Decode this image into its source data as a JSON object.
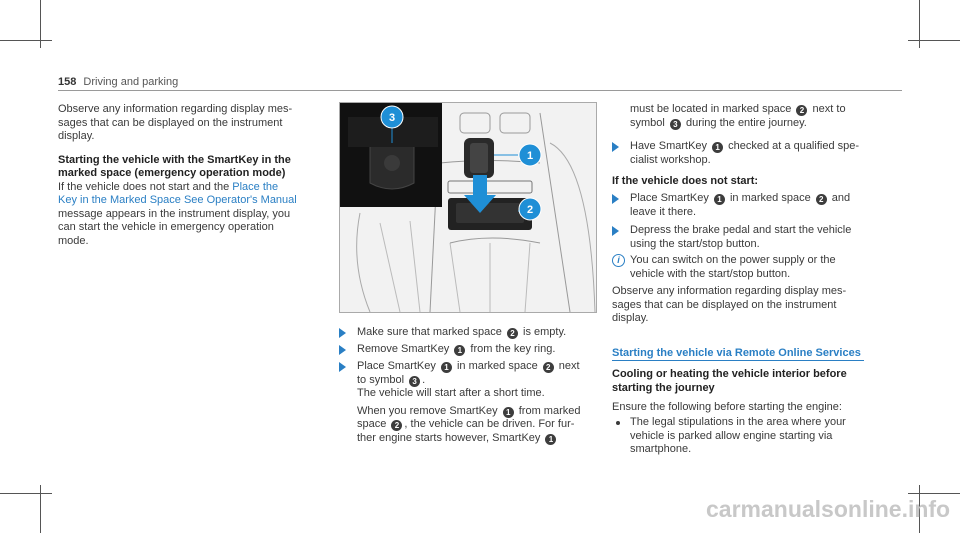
{
  "header": {
    "page_number": "158",
    "section": "Driving and parking"
  },
  "col1": {
    "intro": "Observe any information regarding display mes-\nsages that can be displayed on the instrument\ndisplay.",
    "heading": "Starting the vehicle with the SmartKey in the\nmarked space (emergency operation mode)",
    "body_pre": "If the vehicle does not start and the ",
    "link": "Place the\nKey in the Marked Space See Operator's Manual",
    "body_post": "\nmessage appears in the instrument display, you\ncan start the vehicle in emergency operation\nmode."
  },
  "figure": {
    "callouts": [
      "3",
      "1",
      "2"
    ],
    "colors": {
      "accent": "#1f8fd6",
      "dark": "#111111"
    }
  },
  "col2": {
    "step1": [
      "Make sure that marked space ",
      "2",
      " is empty."
    ],
    "step2": [
      "Remove SmartKey ",
      "1",
      " from the key ring."
    ],
    "step3_a": [
      "Place SmartKey ",
      "1",
      " in marked space ",
      "2",
      " next"
    ],
    "step3_b": [
      "to symbol ",
      "3",
      "."
    ],
    "step3_c": "The vehicle will start after a short time.",
    "step3_d": [
      "When you remove SmartKey ",
      "1",
      " from marked"
    ],
    "step3_e": [
      "space ",
      "2",
      ", the vehicle can be driven. For fur-"
    ],
    "step3_f": [
      "ther engine starts however, SmartKey ",
      "1"
    ]
  },
  "col3": {
    "cont_a": [
      "must be located in marked space ",
      "2",
      " next to"
    ],
    "cont_b": [
      "symbol ",
      "3",
      " during the entire journey."
    ],
    "step_have_a": [
      "Have SmartKey ",
      "1",
      " checked at a qualified spe-"
    ],
    "step_have_b": "cialist workshop.",
    "heading2": "If the vehicle does not start:",
    "step_place_a": [
      "Place SmartKey ",
      "1",
      " in marked space ",
      "2",
      " and"
    ],
    "step_place_b": "leave it there.",
    "step_brake_a": "Depress the brake pedal and start the vehicle",
    "step_brake_b": "using the start/stop button.",
    "info_a": "You can switch on the power supply or the",
    "info_b": "vehicle with the start/stop button.",
    "observe": "Observe any information regarding display mes-\nsages that can be displayed on the instrument\ndisplay.",
    "link_heading": "Starting the vehicle via Remote Online Services",
    "heading3": "Cooling or heating the vehicle interior before\nstarting the journey",
    "ensure": "Ensure the following before starting the engine:",
    "bullet_a": "The legal stipulations in the area where your",
    "bullet_b": "vehicle is parked allow engine starting via",
    "bullet_c": "smartphone."
  },
  "watermark": "carmanualsonline.info"
}
